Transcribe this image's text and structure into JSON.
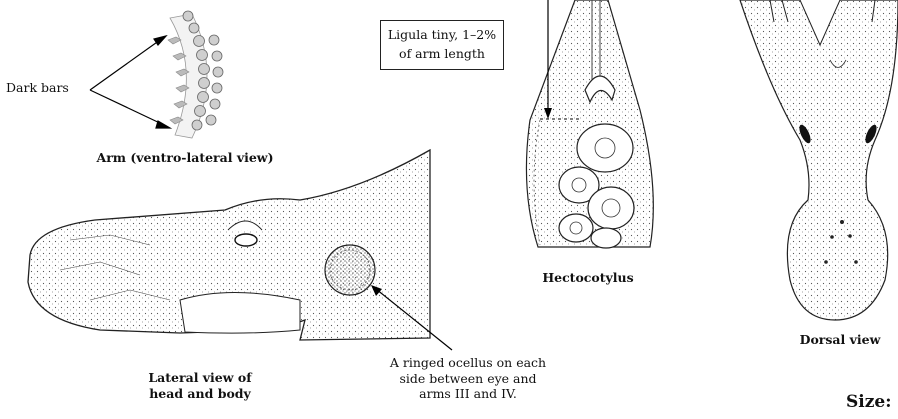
{
  "labels": {
    "dark_bars": "Dark bars",
    "arm_caption": "Arm (ventro-lateral view)",
    "ligula_line1": "Ligula tiny, 1–2%",
    "ligula_line2": "of arm length",
    "hectocotylus_caption": "Hectocotylus",
    "dorsal_caption": "Dorsal view",
    "lateral_line1": "Lateral view of",
    "lateral_line2": "head and body",
    "ocellus_line1": "A ringed ocellus on each",
    "ocellus_line2": "side between eye and",
    "ocellus_line3": "arms III and IV.",
    "size_label": "Size:"
  }
}
